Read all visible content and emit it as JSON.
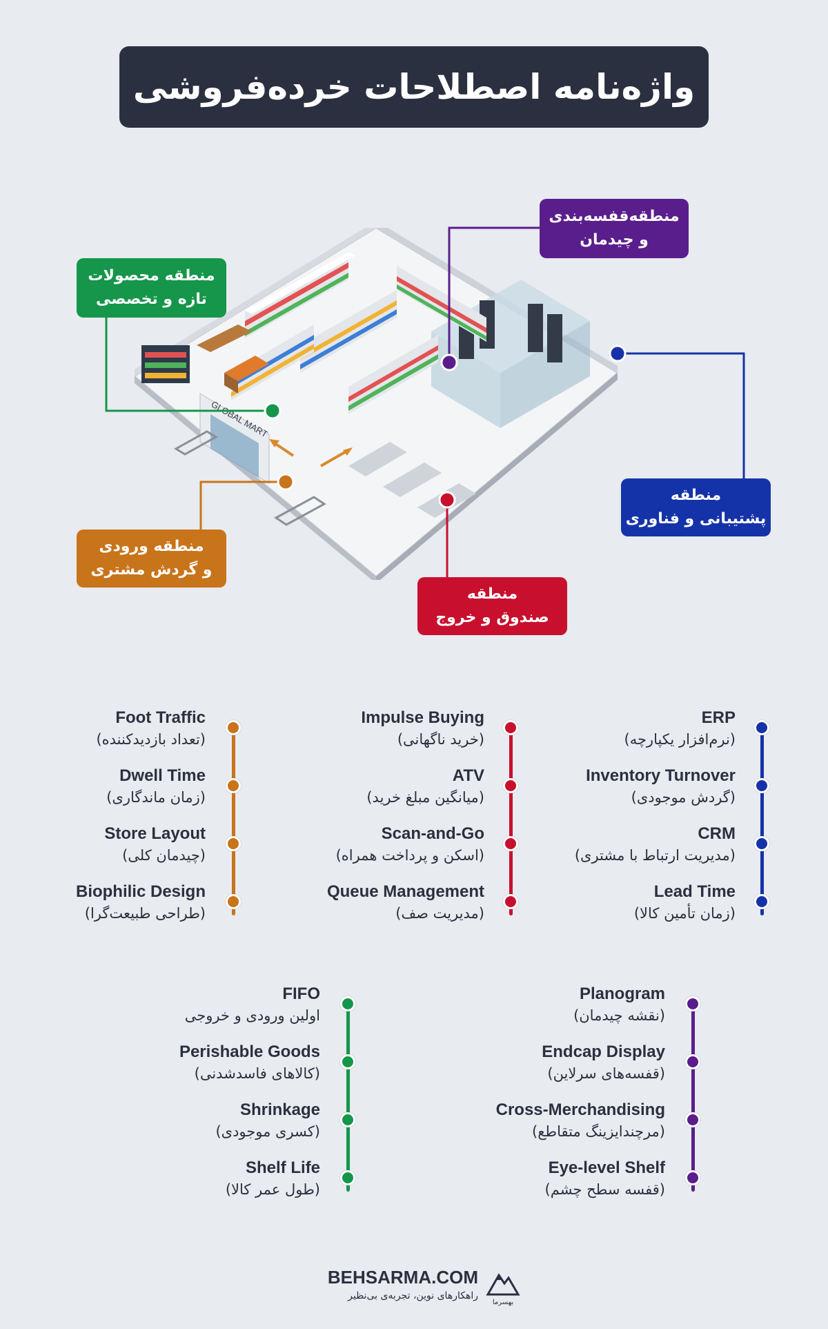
{
  "title": "واژه‌نامه اصطلاحات خرده‌فروشی",
  "colors": {
    "orange": "#c8741a",
    "red": "#c8102e",
    "blue": "#1533a8",
    "green": "#15964a",
    "purple": "#5a1e8c",
    "dark": "#2b3040"
  },
  "store_sign": "GLOBAL MART",
  "zones": {
    "shelving": {
      "line1": "منطقه‌قفسه‌بندی",
      "line2": "و چیدمان"
    },
    "fresh": {
      "line1": "منطقه محصولات",
      "line2": "تازه و تخصصی"
    },
    "backoffice": {
      "line1": "منطقه",
      "line2": "پشتیبانی و فناوری"
    },
    "entrance": {
      "line1": "منطقه ورودی",
      "line2": "و گردش مشتری"
    },
    "checkout": {
      "line1": "منطقه",
      "line2": "صندوق و خروج"
    }
  },
  "terms": {
    "blue": [
      {
        "en": "ERP",
        "fa": "(نرم‌افزار یکپارچه)"
      },
      {
        "en": "Inventory Turnover",
        "fa": "(گردش موجودی)"
      },
      {
        "en": "CRM",
        "fa": "(مدیریت ارتباط با مشتری)"
      },
      {
        "en": "Lead Time",
        "fa": "(زمان تأمین کالا)"
      }
    ],
    "red": [
      {
        "en": "Impulse Buying",
        "fa": "(خرید ناگهانی)"
      },
      {
        "en": "ATV",
        "fa": "(میانگین مبلغ خرید)"
      },
      {
        "en": "Scan-and-Go",
        "fa": "(اسکن و پرداخت همراه)"
      },
      {
        "en": "Queue Management",
        "fa": "(مدیریت صف)"
      }
    ],
    "orange": [
      {
        "en": "Foot Traffic",
        "fa": "(تعداد بازدیدکننده)"
      },
      {
        "en": "Dwell Time",
        "fa": "(زمان ماندگاری)"
      },
      {
        "en": "Store Layout",
        "fa": "(چیدمان کلی)"
      },
      {
        "en": "Biophilic Design",
        "fa": "(طراحی طبیعت‌گرا)"
      }
    ],
    "purple": [
      {
        "en": "Planogram",
        "fa": "(نقشه چیدمان)"
      },
      {
        "en": "Endcap Display",
        "fa": "(قفسه‌های سرلاین)"
      },
      {
        "en": "Cross-Merchandising",
        "fa": "(مرچندایزینگ متقاطع)"
      },
      {
        "en": "Eye-level Shelf",
        "fa": "(قفسه سطح چشم)"
      }
    ],
    "green": [
      {
        "en": "FIFO",
        "fa": "اولین ورودی و خروجی"
      },
      {
        "en": "Perishable Goods",
        "fa": "(کالاهای فاسدشدنی)"
      },
      {
        "en": "Shrinkage",
        "fa": "(کسری موجودی)"
      },
      {
        "en": "Shelf Life",
        "fa": "(طول عمر کالا)"
      }
    ]
  },
  "brand": {
    "name": "BEHSARMA.COM",
    "tagline": "راهکارهای نوین، تجربه‌ی بی‌نظیر",
    "logo_text": "بهسرما"
  }
}
